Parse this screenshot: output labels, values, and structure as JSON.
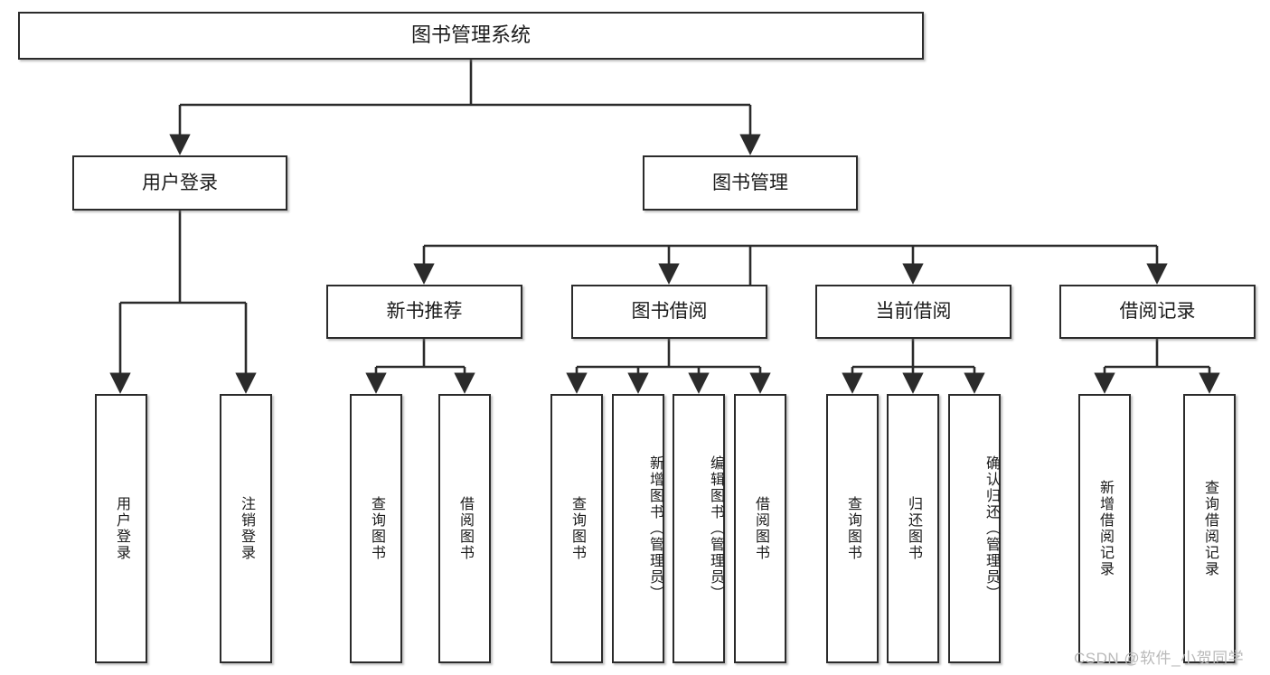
{
  "diagram": {
    "type": "tree-hierarchy-chart",
    "title": "图书管理系统",
    "line_color": "#2b2b2b",
    "box_fill": "#ffffff",
    "text_color": "#1b1b1b",
    "watermark": "CSDN @软件_小贺同学",
    "watermark_color": "#b9b9b9"
  },
  "nodes": {
    "root": {
      "label": "图书管理系统"
    },
    "level2": [
      {
        "id": "user-login",
        "label": "用户登录"
      },
      {
        "id": "book-management",
        "label": "图书管理"
      }
    ],
    "level3": [
      {
        "id": "new-book-recommend",
        "label": "新书推荐"
      },
      {
        "id": "book-borrow",
        "label": "图书借阅"
      },
      {
        "id": "current-borrow",
        "label": "当前借阅"
      },
      {
        "id": "borrow-record",
        "label": "借阅记录"
      }
    ],
    "leaves": {
      "user_login": [
        {
          "id": "leaf-user-login",
          "label": "用户登录"
        },
        {
          "id": "leaf-logout-login",
          "label": "注销登录"
        }
      ],
      "new_book_recommend": [
        {
          "id": "leaf-query-book-1",
          "label": "查询图书"
        },
        {
          "id": "leaf-borrow-book-1",
          "label": "借阅图书"
        }
      ],
      "book_borrow": [
        {
          "id": "leaf-query-book-2",
          "label": "查询图书"
        },
        {
          "id": "leaf-add-book-admin",
          "label": "新增图书（管理员）"
        },
        {
          "id": "leaf-edit-book-admin",
          "label": "编辑图书（管理员）"
        },
        {
          "id": "leaf-borrow-book-2",
          "label": "借阅图书"
        }
      ],
      "current_borrow": [
        {
          "id": "leaf-query-book-3",
          "label": "查询图书"
        },
        {
          "id": "leaf-return-book",
          "label": "归还图书"
        },
        {
          "id": "leaf-confirm-return-admin",
          "label": "确认归还（管理员）"
        }
      ],
      "borrow_record": [
        {
          "id": "leaf-add-borrow-record",
          "label": "新增借阅记录"
        },
        {
          "id": "leaf-query-borrow-record",
          "label": "查询借阅记录"
        }
      ]
    }
  }
}
